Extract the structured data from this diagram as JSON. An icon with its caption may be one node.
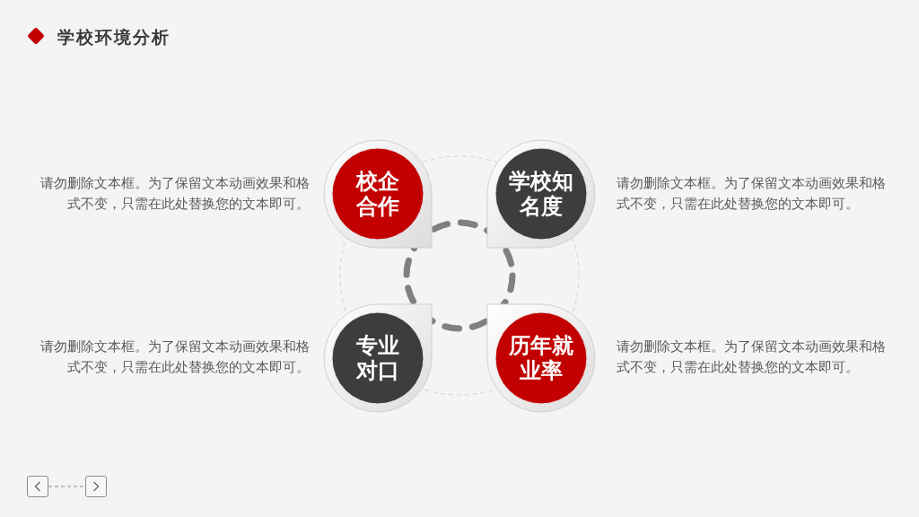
{
  "diagram": {
    "title": "学校环境分析",
    "nodes": [
      {
        "text": [
          "校企合作"
        ],
        "beside": [
          "请勿删除文本框。为了保留文本动画效果和格式不变，只需在此处替换您的文本即可。"
        ]
      },
      {
        "text": [
          "学校知名度"
        ],
        "beside": [
          "请勿删除文本框。为了保留文本动画效果和格式不变，只需在此处替换您的文本即可。"
        ]
      },
      {
        "text": [],
        "shape": "circle"
      },
      {
        "text": [
          "专业对口"
        ],
        "beside": [
          "请勿删除文本框。为了保留文本动画效果和格式不变，只需在此处替换您的文本即可。"
        ]
      },
      {
        "text": [
          "历年就业率"
        ],
        "beside": [
          "请勿删除文本框。为了保留文本动画效果和格式不变，只需在此处替换您的文本即可。"
        ]
      },
      {
        "text": [],
        "shape": "box"
      },
      {
        "text": [],
        "shape": "box"
      }
    ],
    "edges": [
      {
        "from": 5,
        "to": 6,
        "arrow": "none",
        "style": "dashed"
      }
    ]
  }
}
